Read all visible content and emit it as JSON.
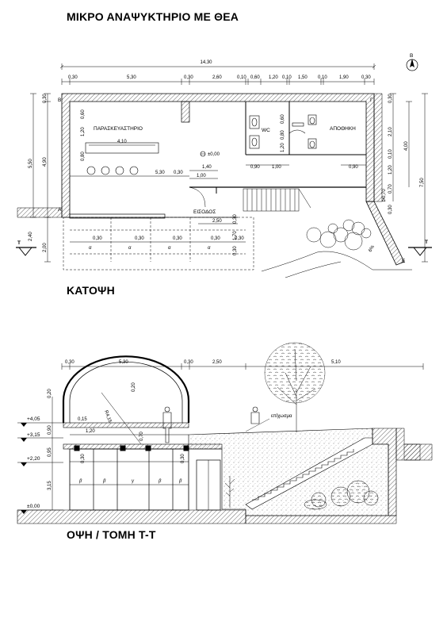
{
  "title": "ΜΙΚΡΟ ΑΝΑΨΥΚΤΗΡΙΟ ΜΕ ΘΕΑ",
  "plan_title": "ΚΑΤΟΨΗ",
  "section_title": "ΟΨΗ / ΤΟΜΗ Τ-Τ",
  "plan": {
    "total_width": "14,30",
    "top_dims": [
      "0,30",
      "5,30",
      "0,30",
      "2,60",
      "0,10",
      "0,60",
      "1,20",
      "0,10",
      "1,50",
      "0,10",
      "1,90",
      "0,30"
    ],
    "rooms": {
      "kitchen": "ΠΑΡΑΣΚΕΥΑΣΤΗΡΙΟ",
      "wc": "WC",
      "storage": "ΑΠΟΘΗΚΗ",
      "entrance": "ΕΙΣΟΔΟΣ"
    },
    "corners": {
      "a": "A",
      "b": "B",
      "g": "Γ",
      "d": "Δ",
      "e": "Ε"
    },
    "north": "B",
    "counter": "4,10",
    "level": "±0,00",
    "section_mark": "Τ",
    "interior_dims": [
      "5,30",
      "0,30",
      "1,40",
      "1,00",
      "2,50",
      "0,90",
      "1,00",
      "0,90",
      "0,60",
      "1,20",
      "0,80",
      "0,80"
    ],
    "left_dims": [
      "0,30",
      "5,50",
      "4,90",
      "2,40",
      "2,00"
    ],
    "right_dims": [
      "0,30",
      "2,10",
      "0,10",
      "1,20",
      "4,00",
      "0,70",
      "7,50",
      "0,30"
    ],
    "col_dims": [
      "0,30",
      "0,30",
      "0,30",
      "0,30",
      "0,30"
    ],
    "col_spacing": "α",
    "terrace_dims": [
      "0,30",
      "1,70",
      "0,30"
    ],
    "small_dims": [
      "0,60",
      "1,20",
      "0,70",
      "6%"
    ]
  },
  "section": {
    "top_dims": [
      "0,30",
      "5,30",
      "0,30",
      "2,50",
      "5,10"
    ],
    "radius": "R4,15",
    "levels": [
      "+4,05",
      "+3,15",
      "+2,20",
      "±0,00"
    ],
    "left_dims": [
      "0,20",
      "0,90",
      "0,95",
      "3,15"
    ],
    "inner_dims": [
      "0,15",
      "1,20",
      "0,30",
      "0,70",
      "0,30",
      "0,20"
    ],
    "fill_label": "επίχωσμα",
    "bays": [
      "β",
      "β",
      "γ",
      "β",
      "β"
    ]
  }
}
